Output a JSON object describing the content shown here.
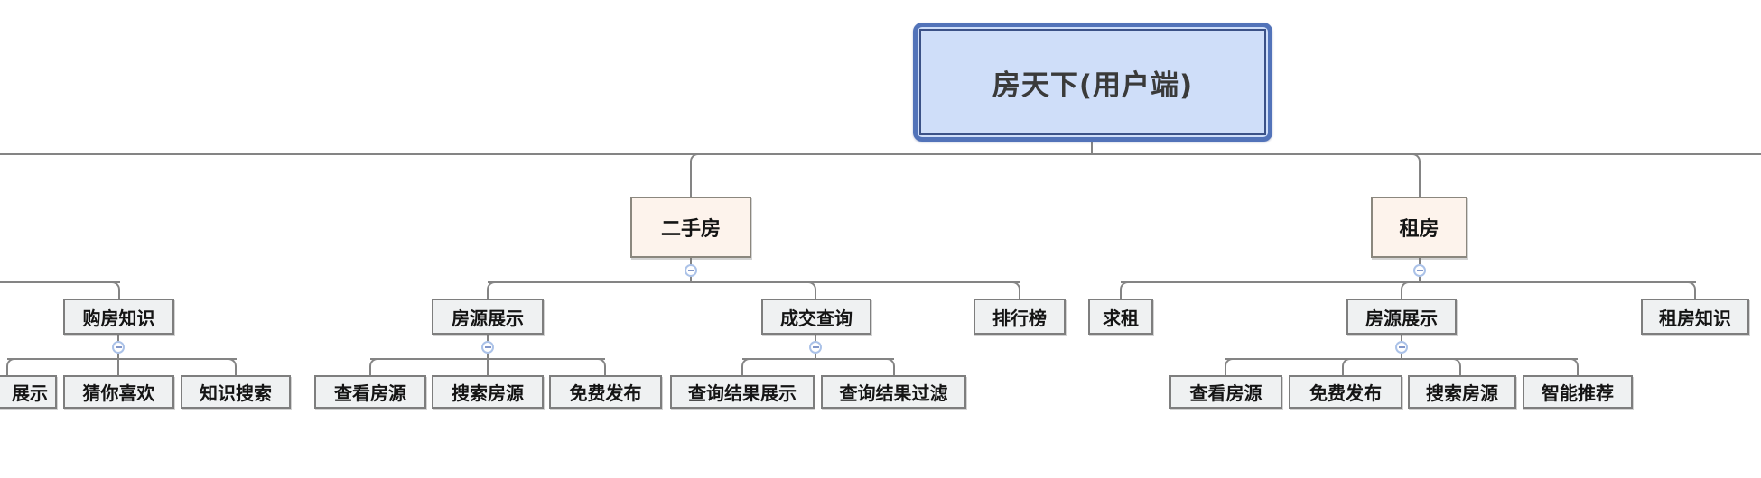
{
  "diagram": {
    "type": "mindmap-org-tree",
    "title": "房天下(用户端)",
    "colors": {
      "root_fill": "#cfdef9",
      "root_outer_border": "#5273b9",
      "root_inner_border": "#3b5187",
      "branch_fill": "#fdf3ec",
      "branch_border": "#8b877e",
      "node_fill": "#eff1f2",
      "node_border": "#7e7e7e",
      "connector": "#848484",
      "toggle_ring": "#abc2e8",
      "toggle_minus": "#8297c9"
    },
    "icons": {
      "collapse": "minus-circle"
    }
  },
  "nodes": {
    "root": "房天下(用户端)",
    "secondhand": "二手房",
    "rent": "租房",
    "buy_knowledge": "购房知识",
    "bk_display": "展示",
    "bk_guess": "猜你喜欢",
    "bk_search": "知识搜索",
    "sh_listing": "房源展示",
    "sh_view": "查看房源",
    "sh_search": "搜索房源",
    "sh_free_publish": "免费发布",
    "sh_deal_query": "成交查询",
    "deal_result_display": "查询结果展示",
    "deal_result_filter": "查询结果过滤",
    "sh_ranking": "排行榜",
    "rent_seek": "求租",
    "rent_listing": "房源展示",
    "rent_view": "查看房源",
    "rent_free_publish": "免费发布",
    "rent_search": "搜索房源",
    "rent_smart_rec": "智能推荐",
    "rent_knowledge": "租房知识"
  },
  "structure": {
    "root": {
      "label": "房天下(用户端)",
      "children": [
        {
          "label": "二手房",
          "collapsed": false,
          "children": [
            {
              "label": "房源展示",
              "children": [
                {
                  "label": "查看房源"
                },
                {
                  "label": "搜索房源"
                },
                {
                  "label": "免费发布"
                }
              ]
            },
            {
              "label": "成交查询",
              "children": [
                {
                  "label": "查询结果展示"
                },
                {
                  "label": "查询结果过滤"
                }
              ]
            },
            {
              "label": "排行榜"
            }
          ]
        },
        {
          "label": "租房",
          "collapsed": false,
          "children": [
            {
              "label": "求租"
            },
            {
              "label": "房源展示",
              "children": [
                {
                  "label": "查看房源"
                },
                {
                  "label": "免费发布"
                },
                {
                  "label": "搜索房源"
                },
                {
                  "label": "智能推荐"
                }
              ]
            },
            {
              "label": "租房知识"
            }
          ]
        }
      ],
      "partially_visible_branch": {
        "label": "购房知识",
        "children": [
          {
            "label": "展示"
          },
          {
            "label": "猜你喜欢"
          },
          {
            "label": "知识搜索"
          }
        ]
      }
    }
  }
}
